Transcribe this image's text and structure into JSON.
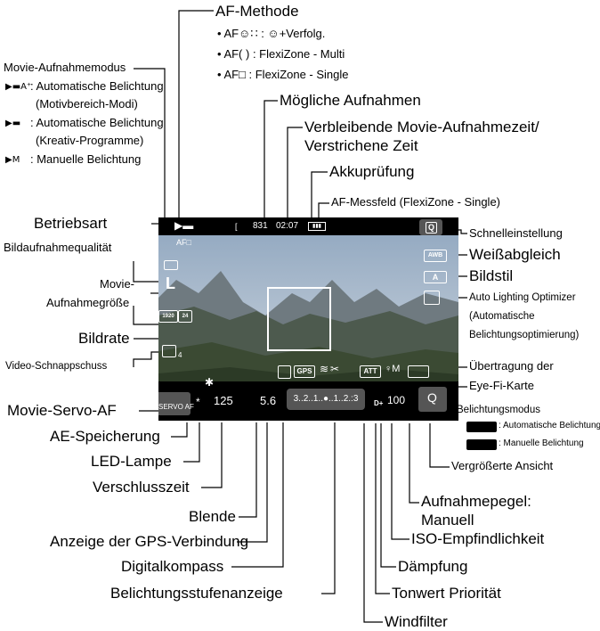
{
  "labels": {
    "af_methode": "AF-Methode",
    "af_opt1": "•  AF☺∷ : ☺+Verfolg.",
    "af_opt2": "•  AF( ) : FlexiZone - Multi",
    "af_opt3": "•  AF□ : FlexiZone - Single",
    "moegliche": "Mögliche Aufnahmen",
    "verbleibend1": "Verbleibende Movie-Aufnahmezeit/",
    "verbleibend2": "Verstrichene Zeit",
    "akku": "Akkuprüfung",
    "af_messfeld": "AF-Messfeld (FlexiZone - Single)",
    "schnell": "Schnelleinstellung",
    "weiss": "Weißabgleich",
    "bildstil": "Bildstil",
    "alo1": "Auto Lighting Optimizer",
    "alo2": "(Automatische",
    "alo3": "Belichtungsoptimierung)",
    "eyefi1": "Übertragung der",
    "eyefi2": "Eye-Fi-Karte",
    "belmodus": "Belichtungsmodus",
    "belmodus_auto": ": Automatische Belichtung",
    "belmodus_man": ": Manuelle Belichtung",
    "vergroessert": "Vergrößerte Ansicht",
    "pegel1": "Aufnahmepegel:",
    "pegel2": "Manuell",
    "iso": "ISO-Empfindlichkeit",
    "daempfung": "Dämpfung",
    "tonwert": "Tonwert Priorität",
    "windfilter": "Windfilter",
    "movie_modus": "Movie-Aufnahmemodus",
    "mm_auto1": ": Automatische Belichtung",
    "mm_auto2": "(Motivbereich-Modi)",
    "mm_kreativ1": ": Automatische Belichtung",
    "mm_kreativ2": "(Kreativ-Programme)",
    "mm_manuell": ": Manuelle Belichtung",
    "betriebsart": "Betriebsart",
    "bildqual": "Bildaufnahmequalität",
    "movie_groesse1": "Movie-",
    "movie_groesse2": "Aufnahmegröße",
    "bildrate": "Bildrate",
    "snapshot": "Video-Schnappschuss",
    "servo_af": "Movie-Servo-AF",
    "ae_speicher": "AE-Speicherung",
    "led": "LED-Lampe",
    "verschluss": "Verschlusszeit",
    "blende": "Blende",
    "gps": "Anzeige der GPS-Verbindung",
    "kompass": "Digitalkompass",
    "belstufen": "Belichtungsstufenanzeige"
  },
  "screen": {
    "shots": "831",
    "time": "02:07",
    "af_icon": "AF□",
    "q": "Q",
    "awb": "AWB",
    "picstyle": "A",
    "shutter": "125",
    "aperture": "5.6",
    "iso": "100",
    "scale": "3..2..1..●..1..2.:3",
    "servo": "SERVO AF",
    "ae_lock": "✱",
    "gps": "GPS",
    "att": "ATT",
    "mic": "♀M",
    "d_plus": "D+",
    "quality": "L",
    "fps1": "1920",
    "fps2": "24",
    "snap": "4",
    "magnify": "Q"
  },
  "colors": {
    "screen_bg": "#1a1a1a",
    "sky": "#b9c8d6"
  }
}
